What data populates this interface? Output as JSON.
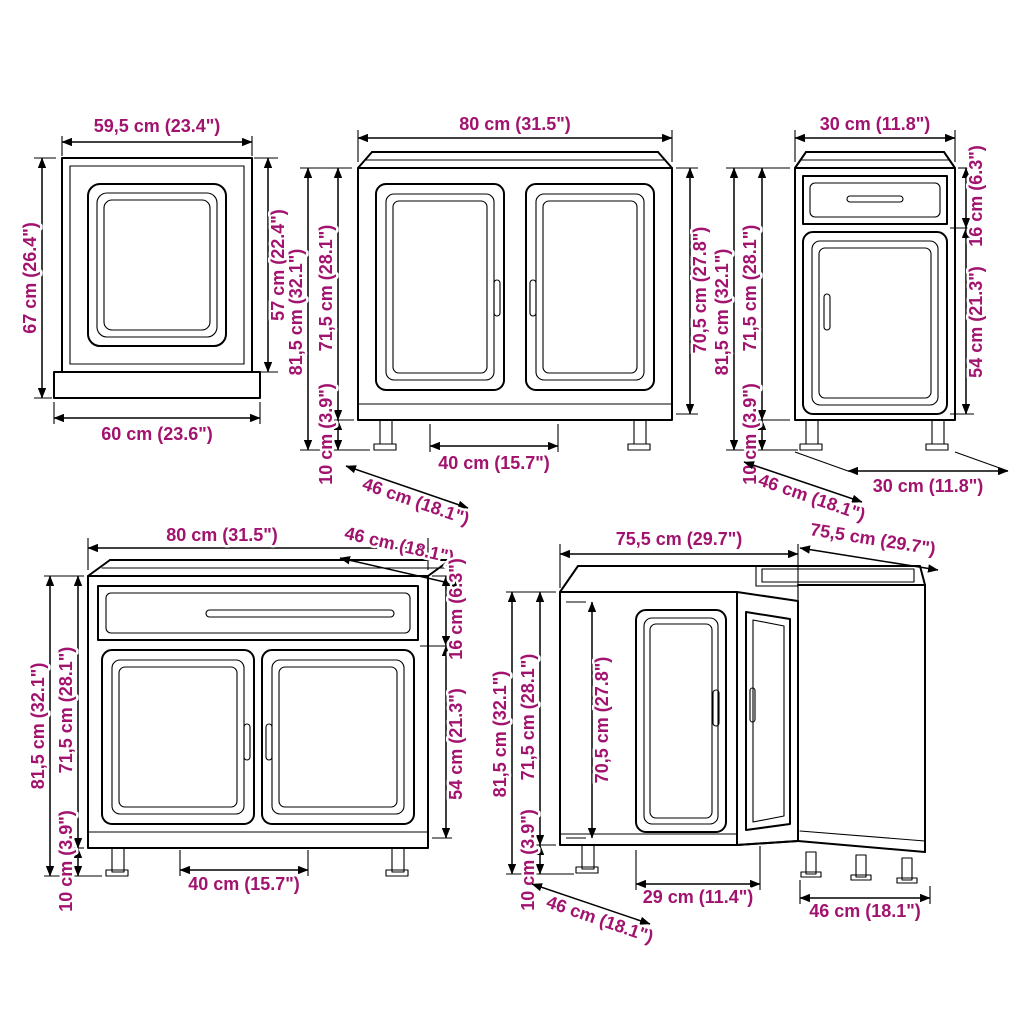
{
  "diagram": {
    "accent": "#a1136e",
    "line_color": "#000000",
    "background": "#ffffff"
  },
  "cabinets": {
    "wall": {
      "width_top": "59,5 cm (23.4\")",
      "height_left": "67 cm (26.4\")",
      "front_height_right": "57 cm (22.4\")",
      "width_bottom": "60 cm (23.6\")"
    },
    "sink_base": {
      "width_top": "80 cm (31.5\")",
      "total_height": "81,5 cm (32.1\")",
      "body_height": "71,5 cm (28.1\")",
      "leg_height": "10 cm (3.9\")",
      "front_height": "70,5 cm (27.8\")",
      "door_width": "40 cm (15.7\")",
      "depth": "46 cm (18.1\")"
    },
    "narrow_base": {
      "width_top": "30 cm (11.8\")",
      "drawer_front_height": "16 cm (6.3\")",
      "door_height": "54 cm (21.3\")",
      "total_height": "81,5 cm (32.1\")",
      "body_height": "71,5 cm (28.1\")",
      "leg_height": "10 cm (3.9\")",
      "depth": "46 cm (18.1\")",
      "width_bottom": "30 cm (11.8\")"
    },
    "drawer_base": {
      "width_top": "80 cm (31.5\")",
      "depth": "46 cm (18.1\")",
      "drawer_front_height": "16 cm (6.3\")",
      "door_height": "54 cm (21.3\")",
      "total_height": "81,5 cm (32.1\")",
      "body_height": "71,5 cm (28.1\")",
      "leg_height": "10 cm (3.9\")",
      "door_width": "40 cm (15.7\")"
    },
    "corner_base": {
      "width_left": "75,5 cm (29.7\")",
      "width_right": "75,5 cm (29.7\")",
      "total_height": "81,5 cm (32.1\")",
      "body_height": "71,5 cm (28.1\")",
      "leg_height": "10 cm (3.9\")",
      "front_height": "70,5 cm (27.8\")",
      "depth_left": "46 cm (18.1\")",
      "corner_front_width": "29 cm (11.4\")",
      "depth_right": "46 cm (18.1\")"
    }
  }
}
